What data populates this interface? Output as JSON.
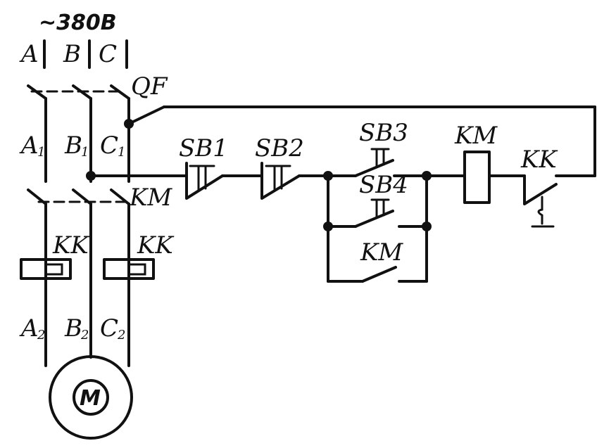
{
  "supply": {
    "voltage": "~380B"
  },
  "phases": {
    "a": "A",
    "b": "B",
    "c": "C"
  },
  "lines1": {
    "a": "A",
    "b": "B",
    "c": "C",
    "sub": "1"
  },
  "lines2": {
    "a": "A",
    "b": "B",
    "c": "C",
    "sub": "2"
  },
  "breaker": "QF",
  "contactor_main": "KM",
  "thermal_relay_main_left": "KK",
  "thermal_relay_main_right": "KK",
  "control": {
    "sb1": "SB1",
    "sb2": "SB2",
    "sb3": "SB3",
    "sb4": "SB4",
    "km_hold": "KM",
    "km_coil": "KM",
    "kk_contact": "KK"
  },
  "motor": "M"
}
